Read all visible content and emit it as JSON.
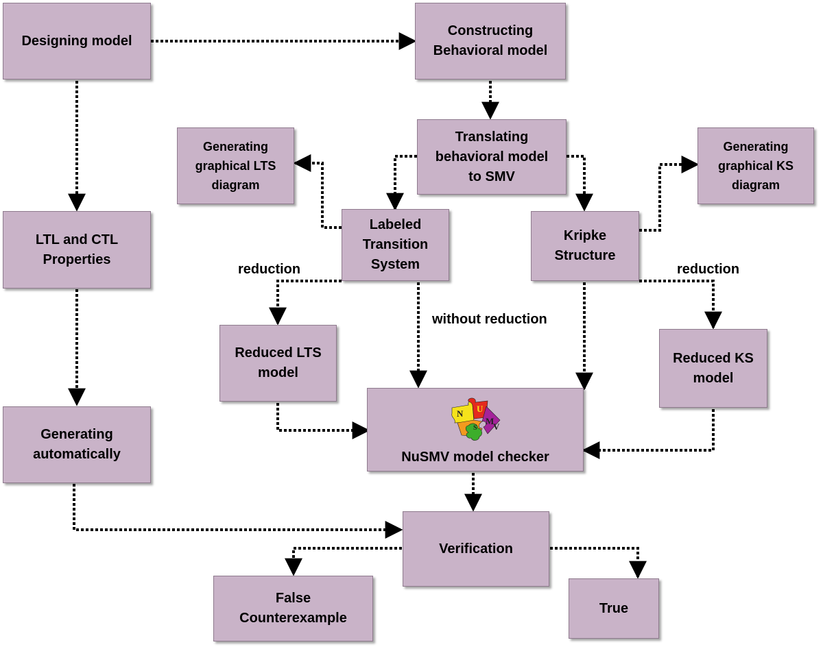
{
  "nodes": {
    "designing_model": "Designing model",
    "constructing": [
      "Constructing",
      "Behavioral model"
    ],
    "translating": [
      "Translating",
      "behavioral model",
      "to SMV"
    ],
    "gen_lts": [
      "Generating",
      "graphical LTS",
      "diagram"
    ],
    "gen_ks": [
      "Generating",
      "graphical KS",
      "diagram"
    ],
    "ltl_ctl": [
      "LTL and CTL",
      "Properties"
    ],
    "lts": [
      "Labeled",
      "Transition",
      "System"
    ],
    "kripke": [
      "Kripke",
      "Structure"
    ],
    "reduced_lts": [
      "Reduced LTS",
      "model"
    ],
    "reduced_ks": [
      "Reduced KS",
      "model"
    ],
    "nusmv": "NuSMV model checker",
    "generating_auto": [
      "Generating",
      "automatically"
    ],
    "verification": "Verification",
    "false_box": [
      "False",
      "Counterexample"
    ],
    "true_box": "True"
  },
  "logo": {
    "icon": "nusmv-puzzle-logo",
    "letters": [
      "N",
      "U",
      "S",
      "M",
      "V"
    ],
    "colors": [
      "#f5e21b",
      "#e42a1e",
      "#3dae2b",
      "#a4239a",
      "#f29a1e"
    ]
  },
  "edge_labels": {
    "reduction_left": "reduction",
    "reduction_right": "reduction",
    "without_reduction": "without reduction"
  },
  "colors": {
    "box_fill": "#c9b3c8",
    "box_border": "#8e7a8d",
    "arrow": "#000000"
  }
}
